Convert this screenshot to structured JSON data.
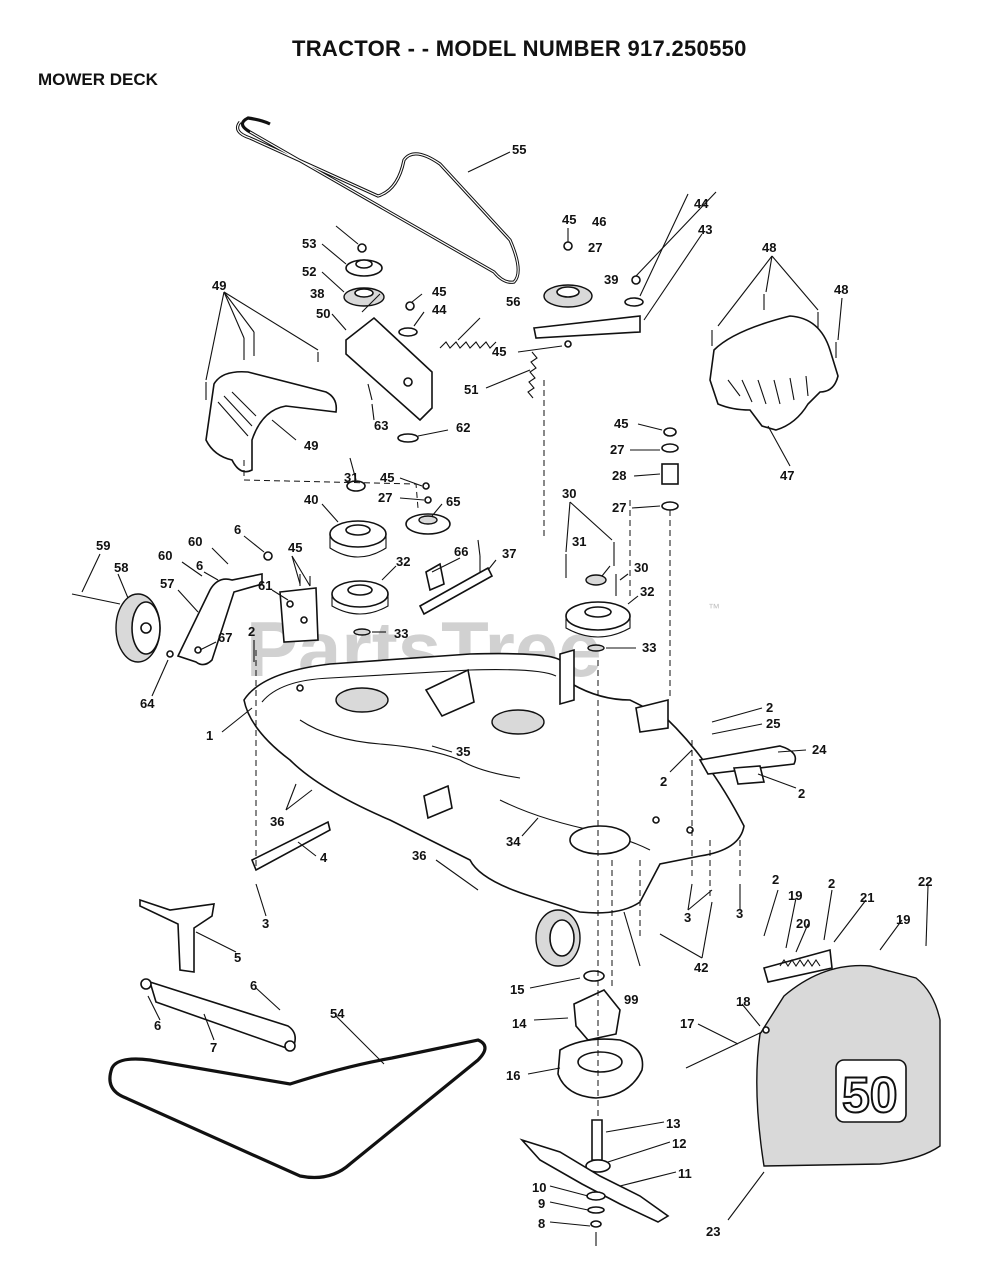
{
  "header": {
    "title": "TRACTOR - - MODEL NUMBER 917.250550",
    "section": "MOWER DECK"
  },
  "watermark": {
    "text": "PartsTree",
    "tm": "™"
  },
  "hood_label": "50",
  "callouts": [
    "55",
    "45",
    "46",
    "27",
    "44",
    "43",
    "48",
    "48",
    "53",
    "52",
    "38",
    "50",
    "39",
    "45",
    "44",
    "56",
    "45",
    "51",
    "49",
    "49",
    "63",
    "62",
    "45",
    "27",
    "28",
    "27",
    "47",
    "31",
    "45",
    "27",
    "65",
    "40",
    "30",
    "6",
    "60",
    "60",
    "6",
    "45",
    "66",
    "37",
    "59",
    "58",
    "57",
    "61",
    "32",
    "31",
    "30",
    "32",
    "2",
    "33",
    "33",
    "67",
    "64",
    "1",
    "35",
    "2",
    "25",
    "24",
    "2",
    "2",
    "36",
    "34",
    "36",
    "4",
    "3",
    "3",
    "3",
    "42",
    "2",
    "19",
    "2",
    "21",
    "22",
    "5",
    "20",
    "19",
    "15",
    "99",
    "6",
    "6",
    "54",
    "18",
    "17",
    "7",
    "14",
    "16",
    "13",
    "12",
    "11",
    "10",
    "9",
    "8",
    "23"
  ]
}
